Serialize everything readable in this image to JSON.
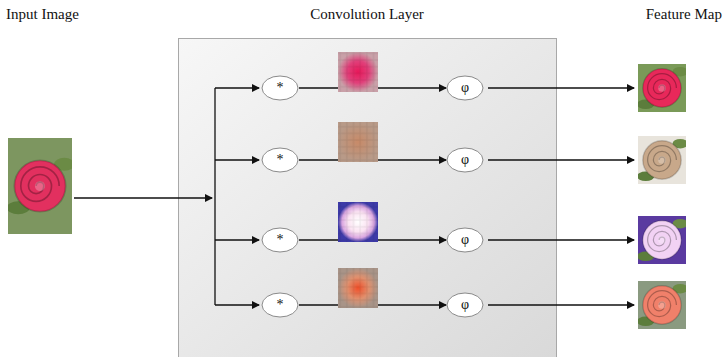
{
  "diagram": {
    "nodes": [
      {
        "text": [
          "Convolution Layer"
        ]
      },
      {
        "text": [
          "*"
        ],
        "in": 0
      },
      {
        "text": [
          "φ"
        ],
        "in": 0
      },
      {
        "text": [
          "*"
        ],
        "in": 0
      },
      {
        "text": [
          "φ"
        ],
        "in": 0
      },
      {
        "text": [
          "*"
        ],
        "in": 0
      },
      {
        "text": [
          "φ"
        ],
        "in": 0
      },
      {
        "text": [
          "*"
        ],
        "in": 0
      },
      {
        "text": [
          "φ"
        ],
        "in": 0
      }
    ],
    "edges": [
      {
        "from": 1,
        "to": 2,
        "arrow": "to"
      },
      {
        "from": 3,
        "to": 4,
        "arrow": "to"
      },
      {
        "from": 5,
        "to": 6,
        "arrow": "to"
      },
      {
        "from": 7,
        "to": 8,
        "arrow": "to"
      }
    ],
    "labels": [
      "Input Image",
      "Feature Map"
    ]
  }
}
